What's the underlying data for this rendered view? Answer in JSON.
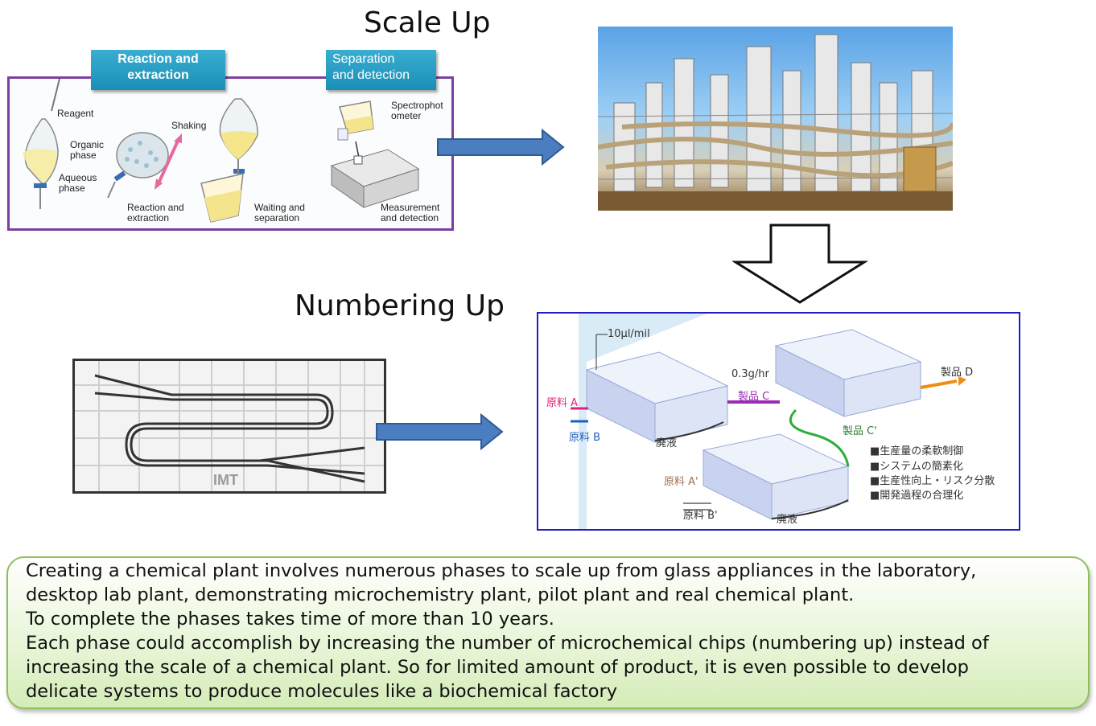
{
  "titles": {
    "scale_up": "Scale Up",
    "numbering_up": "Numbering Up"
  },
  "lab": {
    "tab_left": "Reaction and extraction",
    "tab_right_line1": "Separation",
    "tab_right_line2": "and detection",
    "labels": {
      "reagent": "Reagent",
      "organic_1": "Organic",
      "organic_2": "phase",
      "aqueous_1": "Aqueous",
      "aqueous_2": "phase",
      "shaking": "Shaking",
      "reaction_1": "Reaction and",
      "reaction_2": "extraction",
      "waiting_1": "Waiting and",
      "waiting_2": "separation",
      "spectro_1": "Spectrophot",
      "spectro_2": "ometer",
      "measure_1": "Measurement",
      "measure_2": "and detection"
    }
  },
  "chip": {
    "brand": "IMT"
  },
  "micro": {
    "flow_rate": "10µl/mil",
    "output_rate": "0.3g/hr",
    "raw_a": "原料 A",
    "raw_b": "原料 B",
    "raw_a2": "原料 A'",
    "raw_b2": "原料 B'",
    "product_c": "製品 C",
    "product_c2": "製品 C'",
    "product_d": "製品 D",
    "waste_1": "廃液",
    "waste_2": "廃液",
    "benefits": [
      "■生産量の柔軟制御",
      "■システムの簡素化",
      "■生産性向上・リスク分散",
      "■開発過程の合理化"
    ]
  },
  "description": {
    "lines": [
      "Creating a chemical plant involves numerous phases to scale up from glass appliances in the laboratory,",
      "desktop lab plant, demonstrating microchemistry plant, pilot plant and real chemical plant.",
      "To complete the phases takes time of more than 10 years.",
      "Each phase could accomplish by increasing the number of microchemical chips (numbering up) instead of",
      "increasing the scale of a chemical plant. So for limited amount of product, it is even possible to develop",
      "delicate systems to produce molecules like a biochemical factory"
    ]
  },
  "colors": {
    "arrow_blue": "#4a7ec0",
    "lab_border": "#7b3f9e",
    "micro_border": "#1f1fc0",
    "desc_border": "#8fbf5a"
  }
}
